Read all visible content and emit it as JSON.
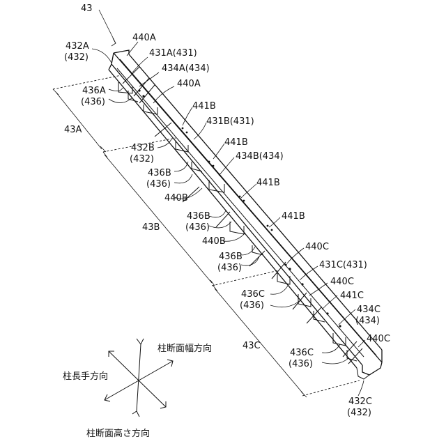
{
  "figure": {
    "main_ref": "43",
    "segments": {
      "a": "43A",
      "b": "43B",
      "c": "43C"
    },
    "labels": {
      "l432A": "432A",
      "l432A_paren": "(432)",
      "l440A_1": "440A",
      "l431A": "431A(431)",
      "l434A": "434A(434)",
      "l440A_2": "440A",
      "l436A": "436A",
      "l436A_paren": "(436)",
      "l441B_1": "441B",
      "l431B": "431B(431)",
      "l441B_2": "441B",
      "l432B": "432B",
      "l432B_paren": "(432)",
      "l434B": "434B(434)",
      "l436B_1": "436B",
      "l436B_1_paren": "(436)",
      "l441B_3": "441B",
      "l440B_1": "440B",
      "l436B_2": "436B",
      "l436B_2_paren": "(436)",
      "l441B_4": "441B",
      "l440B_2": "440B",
      "l436B_3": "436B",
      "l436B_3_paren": "(436)",
      "l440C_1": "440C",
      "l431C": "431C(431)",
      "l440C_2": "440C",
      "l436C_1": "436C",
      "l436C_1_paren": "(436)",
      "l441C": "441C",
      "l434C": "434C",
      "l434C_paren": "(434)",
      "l440C_3": "440C",
      "l436C_2": "436C",
      "l436C_2_paren": "(436)",
      "l432C": "432C",
      "l432C_paren": "(432)"
    },
    "directions": {
      "width": "柱断面幅方向",
      "length": "柱長手方向",
      "height": "柱断面高さ方向"
    }
  }
}
